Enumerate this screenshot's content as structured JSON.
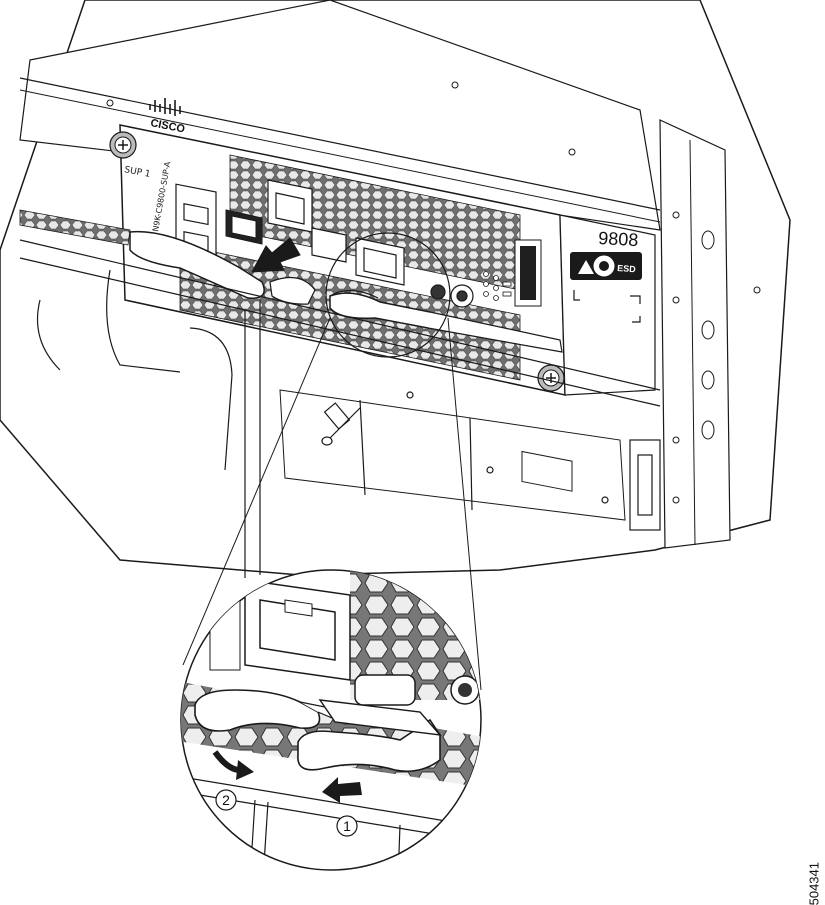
{
  "chassis": {
    "model_label": "9808",
    "esd_label": "ESD"
  },
  "module": {
    "brand_logo": "CISCO",
    "part_number": "N9K-C9800-SUP-A",
    "slot_label": "SUP 1"
  },
  "callouts": {
    "step_1": "1",
    "step_2": "2"
  },
  "figure_id": "504341",
  "icons": {
    "pull_arrow": "arrow-icon",
    "push_arrow": "arrow-icon",
    "rotate_arrow": "curved-arrow-icon",
    "screw": "captive-screw-icon",
    "esd": "esd-ground-icon"
  },
  "colors": {
    "line": "#1a1a1a",
    "fill": "#ffffff",
    "shade": "#d9d9d9",
    "dark": "#2a2a2a"
  }
}
